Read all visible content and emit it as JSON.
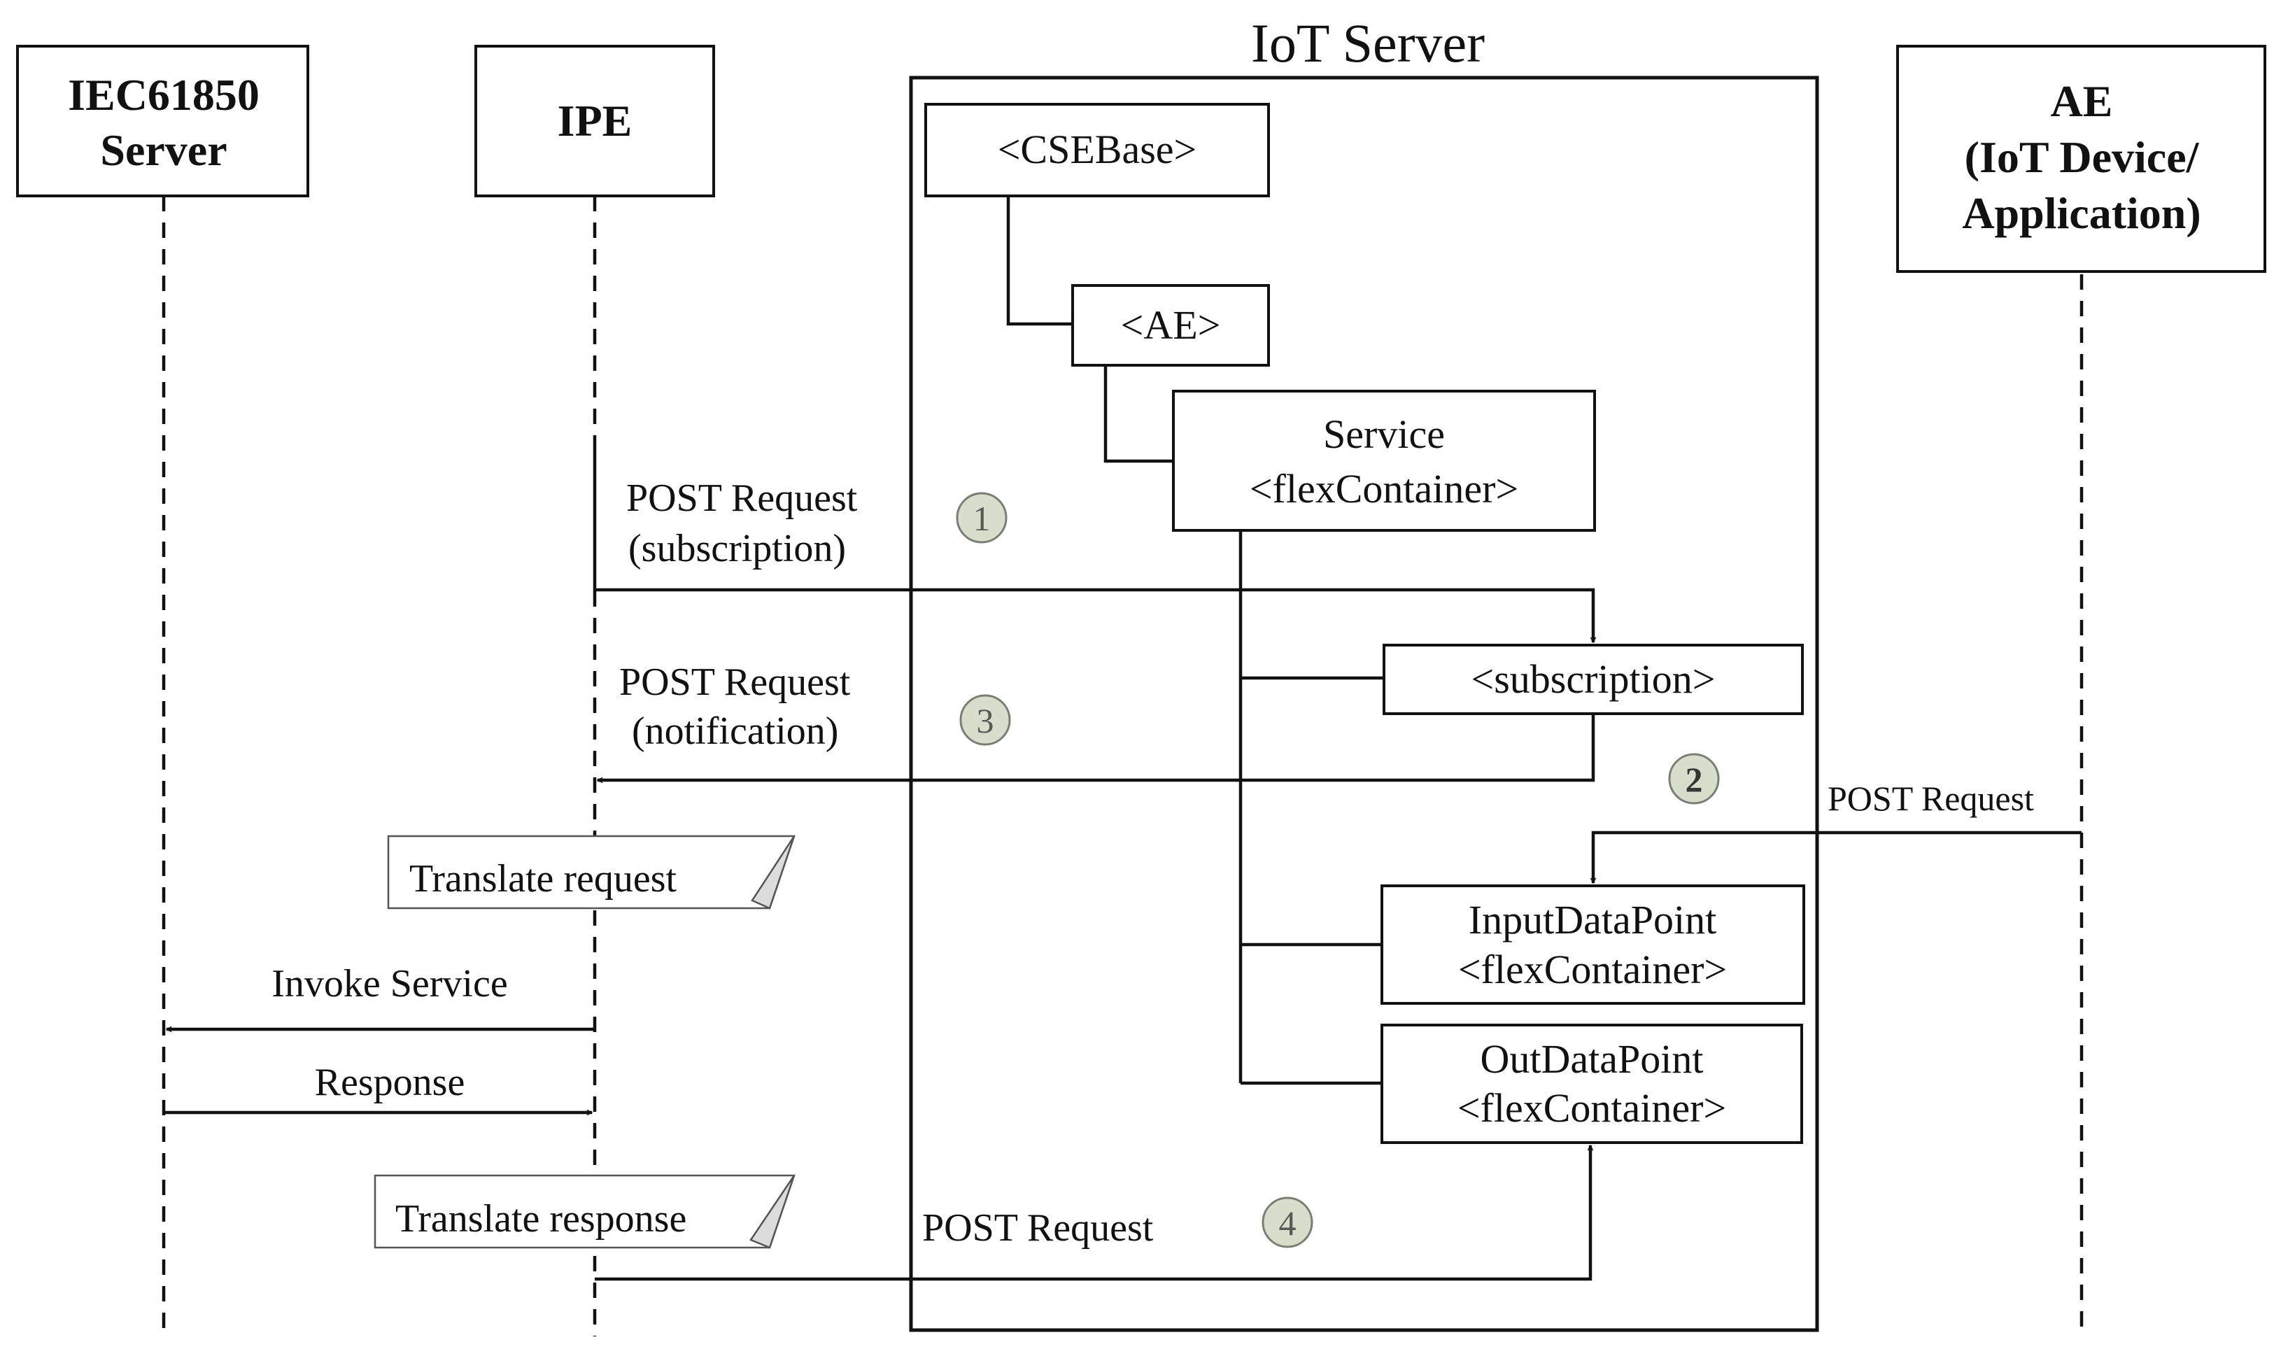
{
  "participants": {
    "iec61850": {
      "line1": "IEC61850",
      "line2": "Server"
    },
    "ipe": {
      "label": "IPE"
    },
    "ae": {
      "line1": "AE",
      "line2": "(IoT Device/",
      "line3": "Application)"
    }
  },
  "iot_server": {
    "title": "IoT Server",
    "cse_base": "<CSEBase>",
    "ae_node": "<AE>",
    "service": {
      "line1": "Service",
      "line2": "<flexContainer>"
    },
    "subscription": "<subscription>",
    "input_data_point": {
      "line1": "InputDataPoint",
      "line2": "<flexContainer>"
    },
    "out_data_point": {
      "line1": "OutDataPoint",
      "line2": "<flexContainer>"
    }
  },
  "messages": {
    "post_subscription": {
      "line1": "POST Request",
      "line2": "(subscription)"
    },
    "post_notification": {
      "line1": "POST Request",
      "line2": "(notification)"
    },
    "post_from_ae": "POST Request",
    "invoke_service": "Invoke Service",
    "response": "Response",
    "post_request_final": "POST Request"
  },
  "notes": {
    "translate_request": "Translate request",
    "translate_response": "Translate response"
  },
  "steps": [
    "1",
    "2",
    "3",
    "4"
  ],
  "colors": {
    "step_fill": "#d7dfcc",
    "step_stroke": "#7a7f74",
    "note_fold": "#dcdcdc"
  }
}
